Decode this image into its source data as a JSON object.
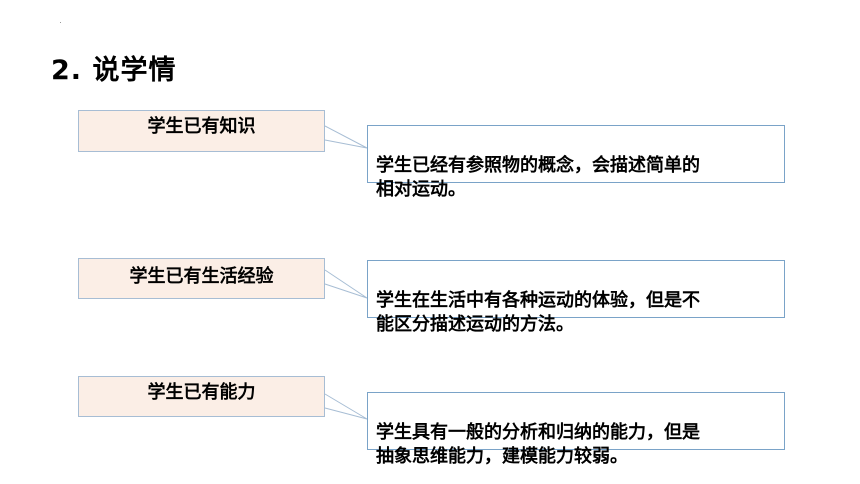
{
  "title": "2.  说学情",
  "rows": [
    {
      "label": "学生已有知识",
      "description": "学生已经有参照物的概念，会描述简单的\n相对运动。"
    },
    {
      "label": "学生已有生活经验",
      "description": "学生在生活中有各种运动的体验，但是不\n能区分描述运动的方法。"
    },
    {
      "label": "学生已有能力",
      "description": "学生具有一般的分析和归纳的能力，但是\n抽象思维能力，建模能力较弱。"
    }
  ],
  "colors": {
    "label_fill": "#fbeee6",
    "label_border": "#a7bdd4",
    "desc_border": "#7aa3c8"
  }
}
